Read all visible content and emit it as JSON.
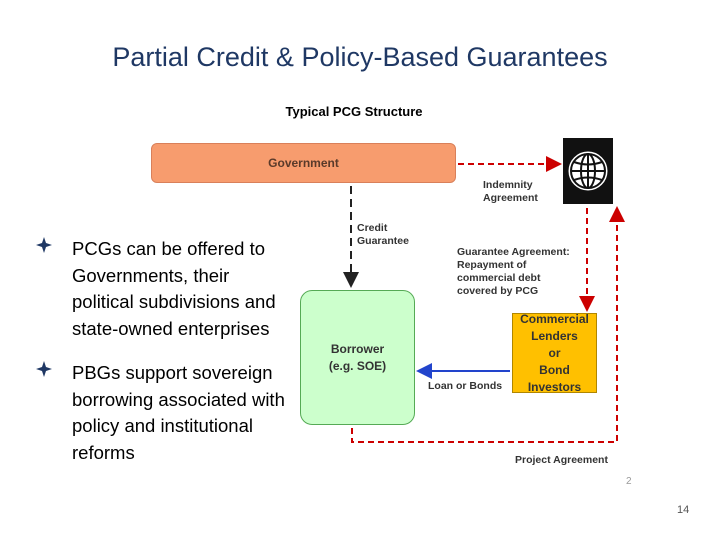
{
  "title": "Partial Credit & Policy-Based Guarantees",
  "subtitle": "Typical PCG Structure",
  "bullets": [
    "PCGs can be offered to Governments, their political subdivisions and state-owned enterprises",
    "PBGs support sovereign borrowing associated with policy and institutional reforms"
  ],
  "diagram": {
    "government": "Government",
    "borrower_line1": "Borrower",
    "borrower_line2": "(e.g. SOE)",
    "lenders_line1": "Commercial",
    "lenders_line2": "Lenders",
    "lenders_line3": "or",
    "lenders_line4": "Bond Investors",
    "indemnity_line1": "Indemnity",
    "indemnity_line2": "Agreement",
    "credit_line1": "Credit",
    "credit_line2": "Guarantee",
    "guarantee_line1": "Guarantee Agreement:",
    "guarantee_line2": "Repayment of",
    "guarantee_line3": "commercial debt",
    "guarantee_line4": "covered by PCG",
    "loan_label": "Loan or Bonds",
    "project_label": "Project Agreement",
    "inner_page_number": "2",
    "globe_icon": "world-bank-globe-icon",
    "colors": {
      "government": "#f79c6e",
      "borrower": "#ccffcc",
      "lenders": "#ffc000",
      "dashed_arrow": "#cc0000",
      "loan_arrow": "#2244cc"
    }
  },
  "page_number": "14"
}
